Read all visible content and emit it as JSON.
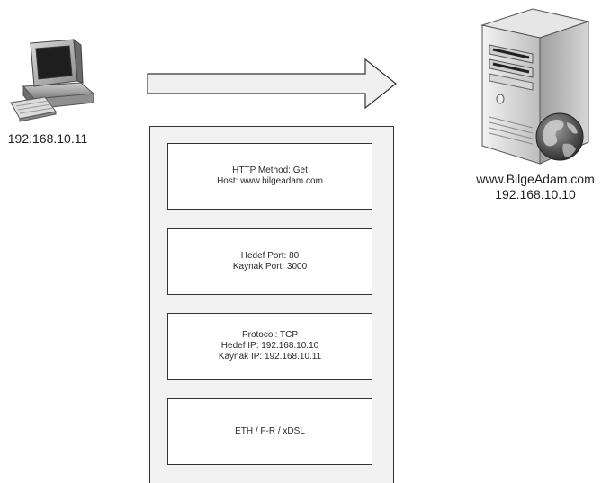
{
  "client": {
    "icon": "desktop-computer-icon",
    "ip": "192.168.10.11"
  },
  "server": {
    "icon": "web-server-globe-icon",
    "host": "www.BilgeAdam.com",
    "ip": "192.168.10.10"
  },
  "arrow": {
    "icon": "right-arrow-icon",
    "direction": "client-to-server"
  },
  "packet": {
    "layers": [
      {
        "lines": [
          "HTTP Method: Get",
          "Host: www.bilgeadam.com"
        ]
      },
      {
        "lines": [
          "Hedef Port: 80",
          "Kaynak Port: 3000"
        ]
      },
      {
        "lines": [
          "Protocol: TCP",
          "Hedef IP: 192.168.10.10",
          "Kaynak IP: 192.168.10.11"
        ]
      },
      {
        "lines": [
          "ETH / F-R / xDSL"
        ]
      }
    ]
  }
}
